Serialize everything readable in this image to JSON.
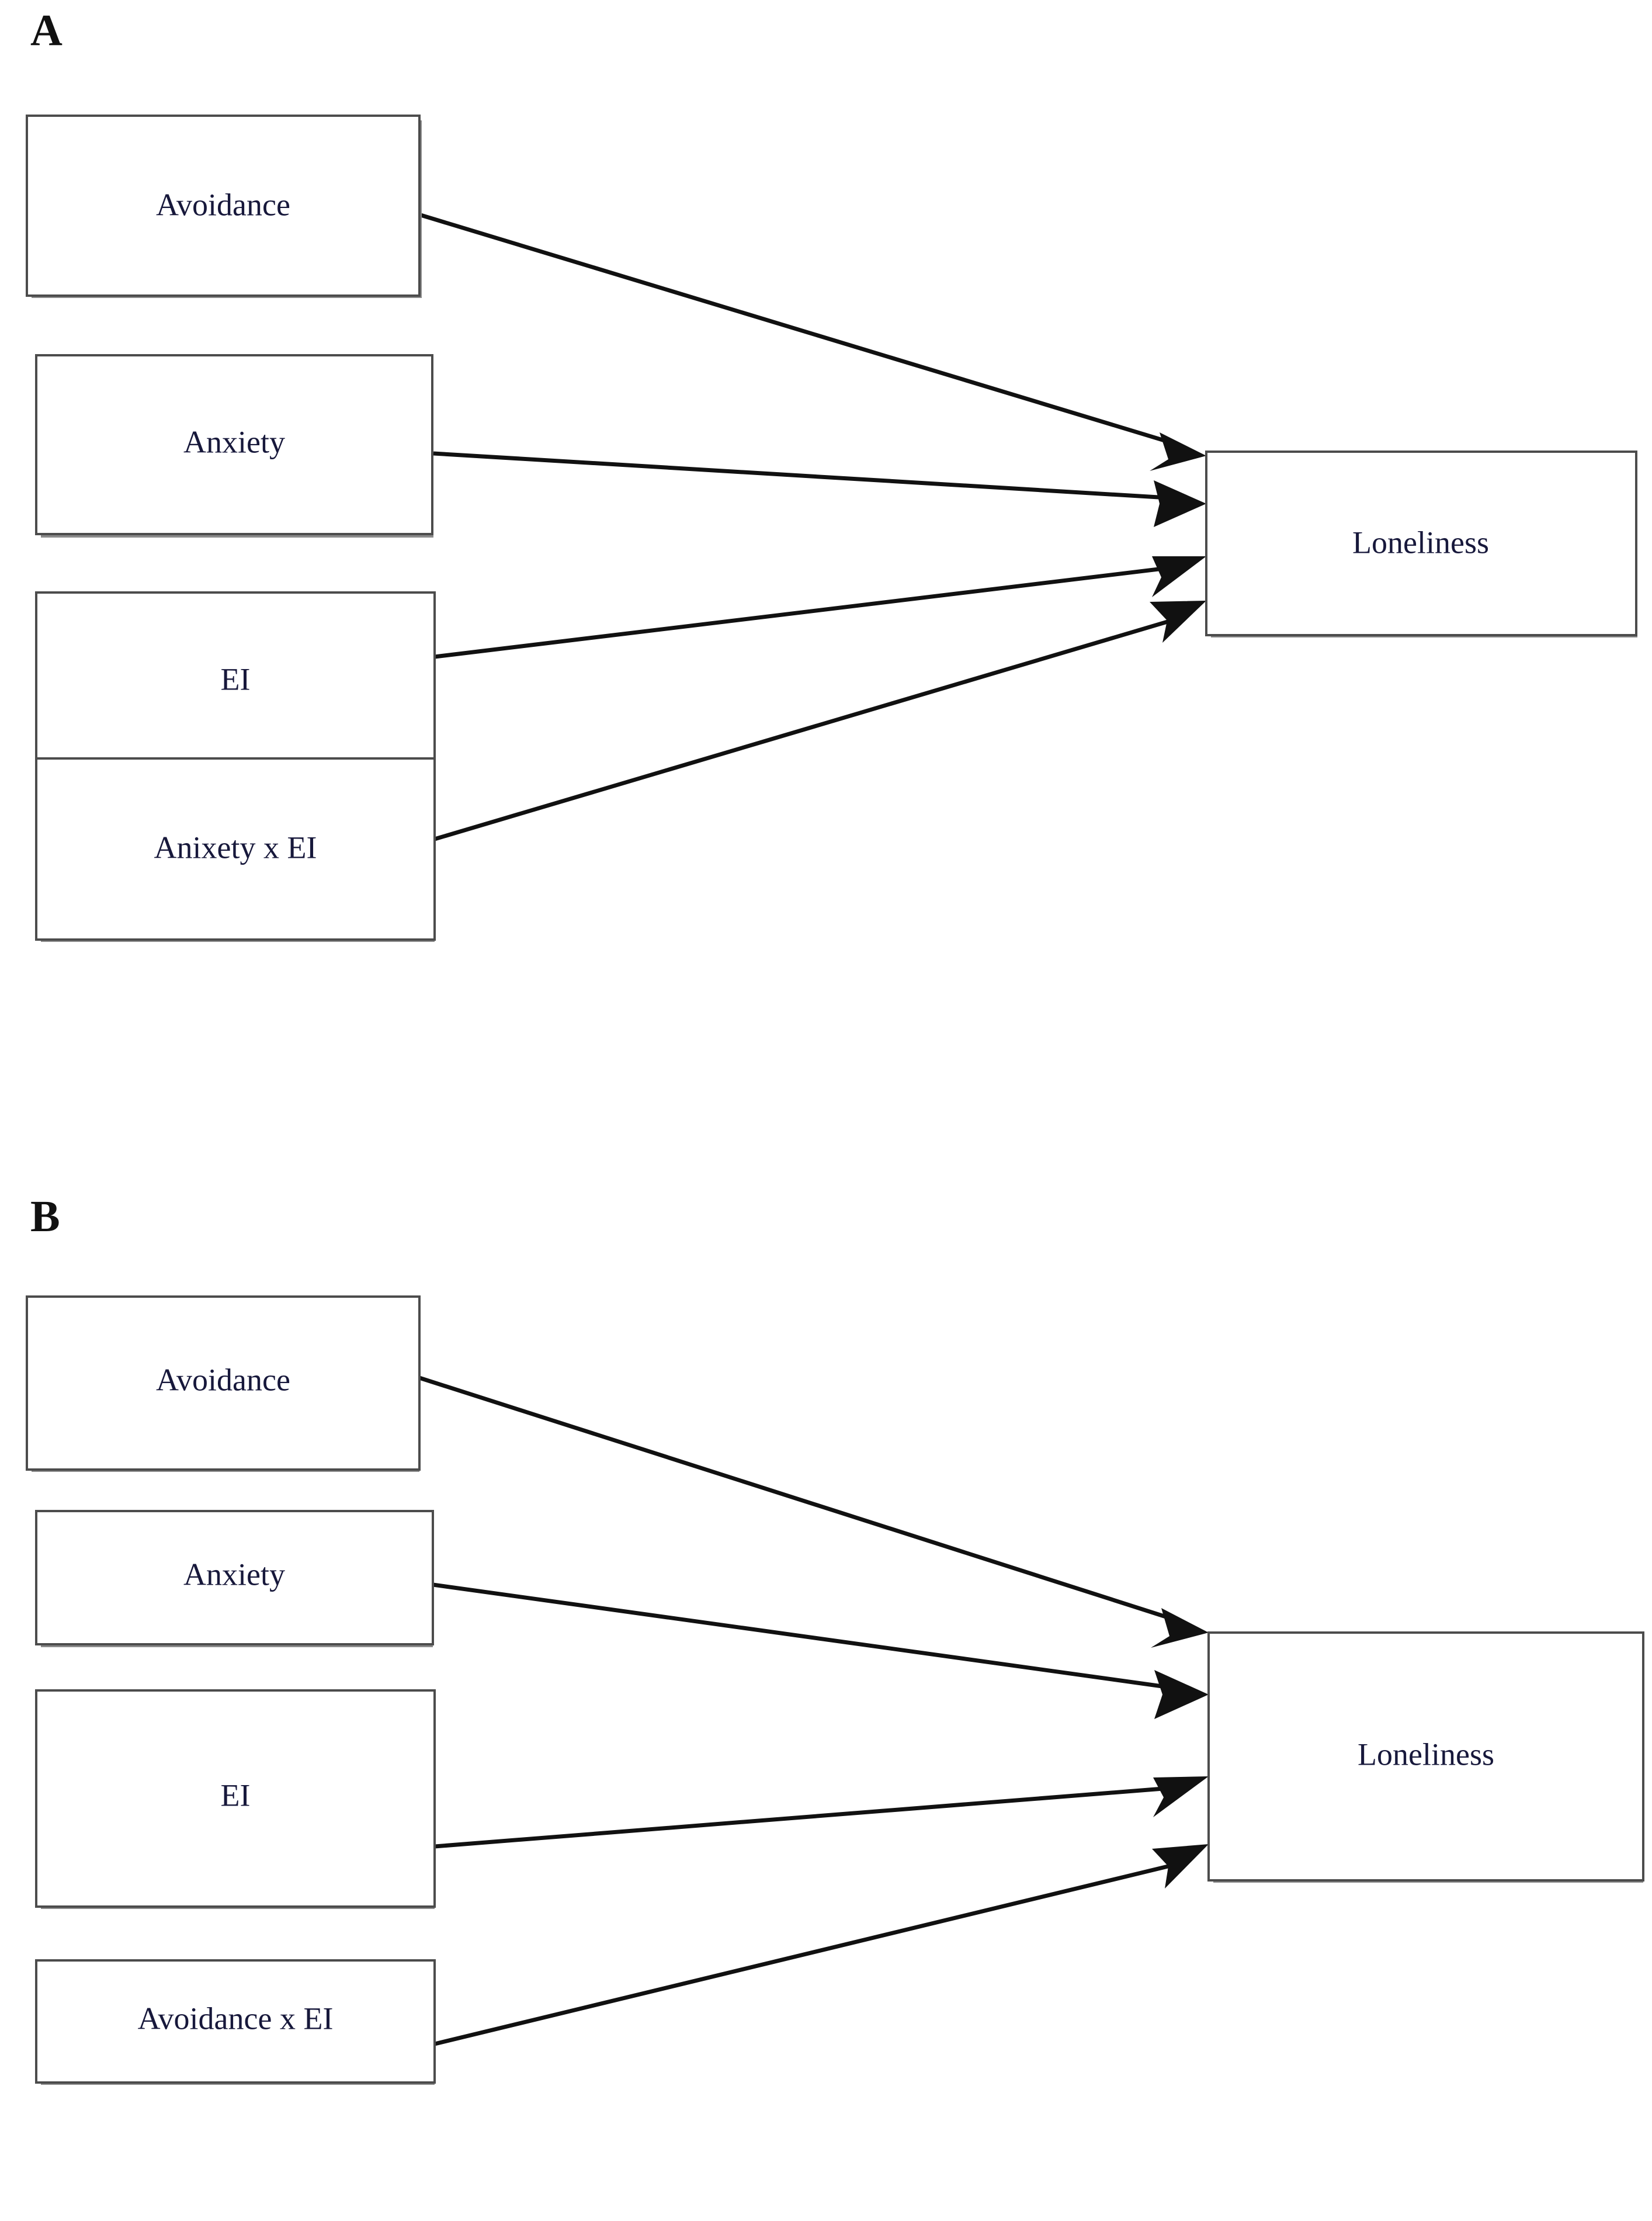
{
  "figure": {
    "type": "path-diagram",
    "description": "Two conceptual moderation models predicting Loneliness",
    "background_color": "#ffffff",
    "box_stroke_color": "#4c4c4c",
    "box_fill_color": "#ffffff",
    "text_color": "#17183b",
    "arrow_color": "#111111"
  },
  "panels": [
    {
      "id": "panel-a",
      "label": "A",
      "predictors": [
        {
          "id": "a-avoidance",
          "label": "Avoidance"
        },
        {
          "id": "a-anxiety",
          "label": "Anxiety"
        },
        {
          "id": "a-ei",
          "label": "EI"
        },
        {
          "id": "a-interaction",
          "label": "Anixety x EI"
        }
      ],
      "outcome": {
        "id": "a-loneliness",
        "label": "Loneliness"
      },
      "edges": [
        {
          "from": "Avoidance",
          "to": "Loneliness"
        },
        {
          "from": "Anxiety",
          "to": "Loneliness"
        },
        {
          "from": "EI",
          "to": "Loneliness"
        },
        {
          "from": "Anixety x EI",
          "to": "Loneliness"
        }
      ]
    },
    {
      "id": "panel-b",
      "label": "B",
      "predictors": [
        {
          "id": "b-avoidance",
          "label": "Avoidance"
        },
        {
          "id": "b-anxiety",
          "label": "Anxiety"
        },
        {
          "id": "b-ei",
          "label": "EI"
        },
        {
          "id": "b-interaction",
          "label": "Avoidance x EI"
        }
      ],
      "outcome": {
        "id": "b-loneliness",
        "label": "Loneliness"
      },
      "edges": [
        {
          "from": "Avoidance",
          "to": "Loneliness"
        },
        {
          "from": "Anxiety",
          "to": "Loneliness"
        },
        {
          "from": "EI",
          "to": "Loneliness"
        },
        {
          "from": "Avoidance x EI",
          "to": "Loneliness"
        }
      ]
    }
  ]
}
